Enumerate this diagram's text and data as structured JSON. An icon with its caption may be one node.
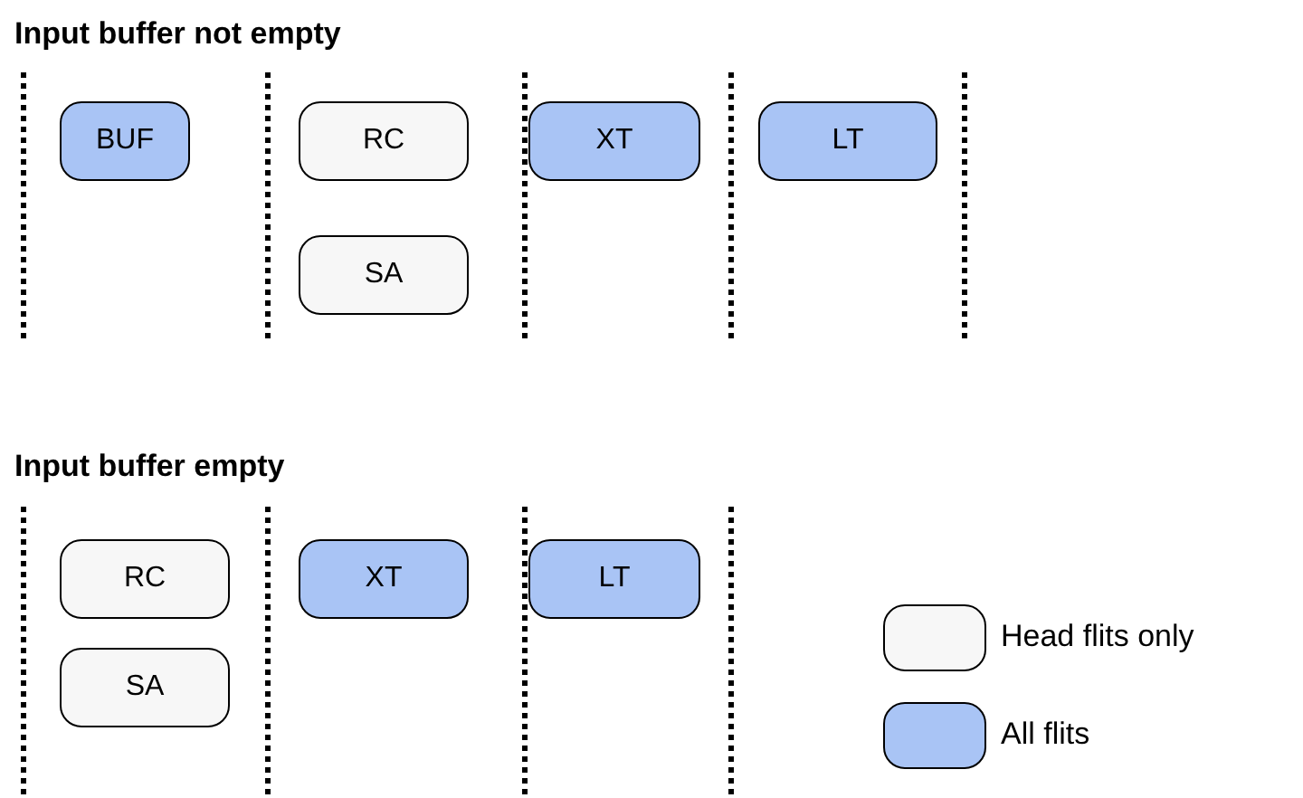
{
  "diagram": {
    "nodes": [
      {
        "text": [
          "BUF"
        ]
      },
      {
        "text": [
          "RC"
        ]
      },
      {
        "text": [
          "SA"
        ]
      },
      {
        "text": [
          "XT"
        ]
      },
      {
        "text": [
          "LT"
        ]
      },
      {
        "text": [
          "RC"
        ]
      },
      {
        "text": [
          "SA"
        ]
      },
      {
        "text": [
          "XT"
        ]
      },
      {
        "text": [
          "LT"
        ]
      }
    ],
    "edges": [],
    "labels": [
      "Input buffer not empty",
      "Input buffer empty"
    ],
    "legend": [
      {
        "text": "Head flits only",
        "color": "#f7f7f7"
      },
      {
        "text": "All flits",
        "color": "#a9c4f5"
      }
    ]
  }
}
